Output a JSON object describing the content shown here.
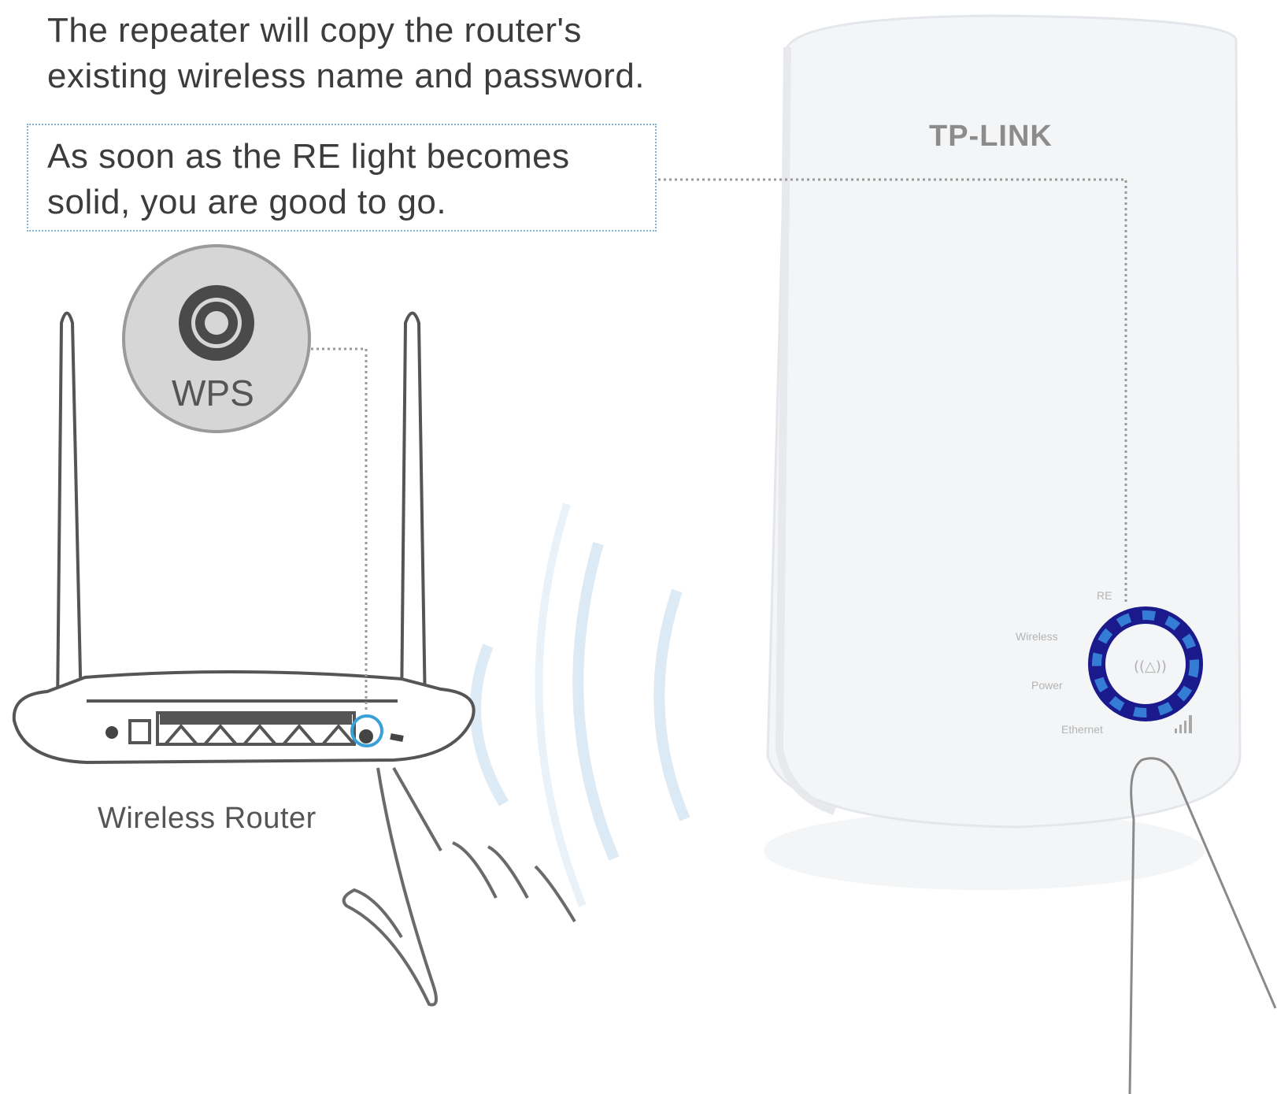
{
  "instructions": {
    "intro_line1": "The repeater will copy the router's",
    "intro_line2": "existing wireless name and password.",
    "note_line1": "As soon as the RE light becomes",
    "note_line2": "solid, you are good to go."
  },
  "router": {
    "label": "Wireless Router",
    "wps_button_label": "WPS",
    "highlight_color": "#3aa0d8"
  },
  "repeater": {
    "brand": "TP-LINK",
    "led_labels": [
      "RE",
      "Wireless",
      "Power",
      "Ethernet"
    ],
    "ring_color": "#1a1a8c",
    "ring_glow_color": "#3a8ee0"
  },
  "colors": {
    "note_border": "#7fb6d6",
    "signal_wave": "#cfe4f2"
  }
}
